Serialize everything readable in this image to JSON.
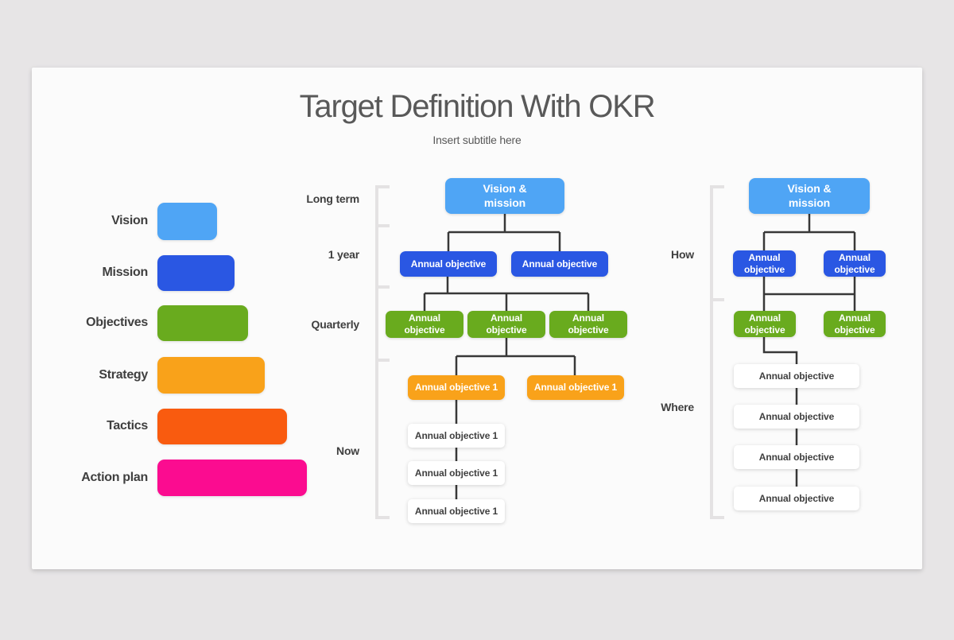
{
  "page": {
    "title": "Target Definition With OKR",
    "subtitle": "Insert subtitle here"
  },
  "colors": {
    "page_bg": "#E7E5E6",
    "card_bg": "#FBFBFB",
    "title_gray": "#595959",
    "label_gray": "#3F3F3F",
    "connector": "#383838",
    "bracket": "#E4E2E3",
    "light_blue": "#4FA5F5",
    "blue": "#2A57E3",
    "green": "#69AB1E",
    "orange": "#F9A21A",
    "deep_orange": "#F95B0F",
    "pink": "#FB0C90",
    "white_box": "#FFFFFF"
  },
  "legend": {
    "items": [
      {
        "label": "Vision",
        "color": "#4FA5F5"
      },
      {
        "label": "Mission",
        "color": "#2A57E3"
      },
      {
        "label": "Objectives",
        "color": "#69AB1E"
      },
      {
        "label": "Strategy",
        "color": "#F9A21A"
      },
      {
        "label": "Tactics",
        "color": "#F95B0F"
      },
      {
        "label": "Action plan",
        "color": "#FB0C90"
      }
    ]
  },
  "left_chart": {
    "timeline": [
      "Long term",
      "1 year",
      "Quarterly",
      "Now"
    ],
    "root": "Vision & mission",
    "year_objectives": [
      "Annual objective",
      "Annual objective"
    ],
    "quarterly_objectives": [
      "Annual objective",
      "Annual objective",
      "Annual objective"
    ],
    "now_objectives": [
      "Annual objective 1",
      "Annual objective 1"
    ],
    "action_items": [
      "Annual objective 1",
      "Annual objective 1",
      "Annual objective 1"
    ]
  },
  "right_chart": {
    "labels": [
      "How",
      "Where"
    ],
    "root": "Vision & mission",
    "annual_objectives": [
      "Annual objective",
      "Annual objective"
    ],
    "quarterly_objectives": [
      "Annual objective",
      "Annual objective"
    ],
    "action_items": [
      "Annual objective",
      "Annual objective",
      "Annual objective",
      "Annual objective"
    ]
  }
}
